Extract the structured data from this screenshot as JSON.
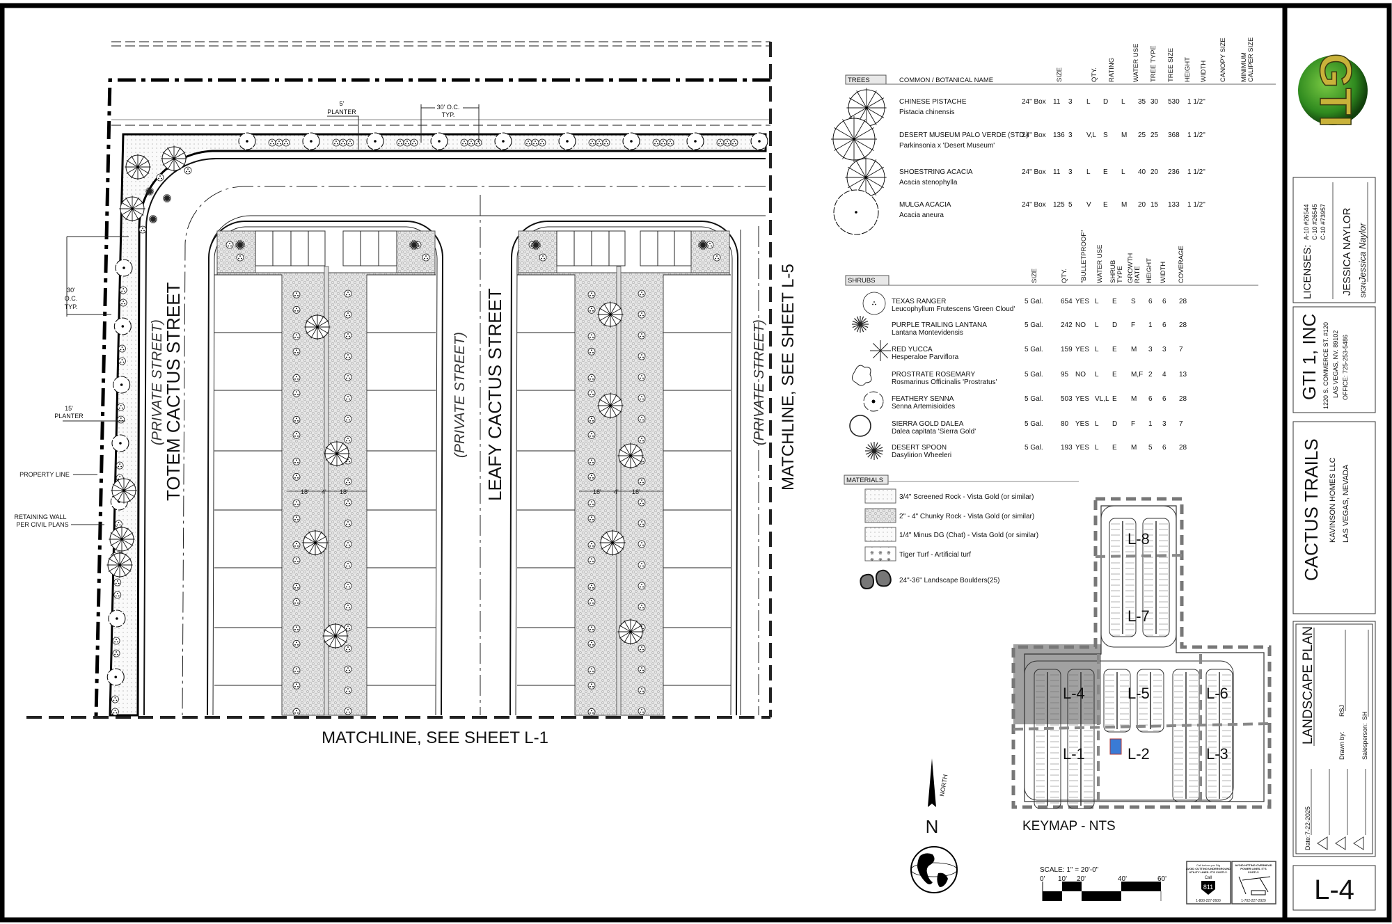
{
  "plan": {
    "street_west": "TOTEM CACTUS STREET",
    "street_middle": "LEAFY CACTUS STREET",
    "private_street": "(PRIVATE  STREET)",
    "matchline_east": "MATCHLINE, SEE SHEET L-5",
    "matchline_south": "MATCHLINE, SEE SHEET L-1",
    "annotations": {
      "planter_5_a": "5'",
      "planter_5_b": "PLANTER",
      "oc_top_a": "30' O.C.",
      "oc_top_b": "TYP.",
      "oc_left_a": "30'",
      "oc_left_b": "O.C.",
      "oc_left_c": "TYP.",
      "planter_15_a": "15'",
      "planter_15_b": "PLANTER",
      "property_line": "PROPERTY LINE",
      "retaining_a": "RETAINING WALL",
      "retaining_b": "PER CIVIL PLANS",
      "dim_18": "18'",
      "dim_4": "4'"
    }
  },
  "trees": {
    "label": "TREES",
    "name_header": "COMMON / BOTANICAL NAME",
    "columns": [
      "SIZE",
      "QTY.",
      "RATING",
      "WATER USE",
      "TREE TYPE",
      "TREE SIZE",
      "HEIGHT",
      "WIDTH",
      "CANOPY SIZE",
      "MINIMUM",
      "CALIPER SIZE"
    ],
    "rows": [
      {
        "common": "CHINESE PISTACHE",
        "botanical": "Pistacia chinensis",
        "values": [
          "24\" Box",
          "11",
          "3",
          "L",
          "D",
          "L",
          "35",
          "30",
          "530",
          "1 1/2\""
        ]
      },
      {
        "common": "DESERT MUSEUM PALO VERDE (STD.)",
        "botanical": "Parkinsonia x 'Desert Museum'",
        "values": [
          "24\" Box",
          "136",
          "3",
          "V,L",
          "S",
          "M",
          "25",
          "25",
          "368",
          "1 1/2\""
        ]
      },
      {
        "common": "SHOESTRING ACACIA",
        "botanical": "Acacia stenophylla",
        "values": [
          "24\" Box",
          "11",
          "3",
          "L",
          "E",
          "L",
          "40",
          "20",
          "236",
          "1 1/2\""
        ]
      },
      {
        "common": "MULGA ACACIA",
        "botanical": "Acacia aneura",
        "values": [
          "24\" Box",
          "125",
          "5",
          "V",
          "E",
          "M",
          "20",
          "15",
          "133",
          "1 1/2\""
        ]
      }
    ]
  },
  "shrubs": {
    "label": "SHRUBS",
    "columns": [
      "SIZE",
      "QTY.",
      "\"BULLETPROOF\"",
      "WATER USE",
      "SHRUB",
      "TYPE",
      "GROWTH",
      "RATE",
      "HEIGHT",
      "WIDTH",
      "COVERAGE"
    ],
    "rows": [
      {
        "common": "TEXAS RANGER",
        "botanical": "Leucophyllum Frutescens 'Green Cloud'",
        "values": [
          "5 Gal.",
          "654",
          "YES",
          "L",
          "E",
          "S",
          "6",
          "6",
          "28"
        ]
      },
      {
        "common": "PURPLE TRAILING LANTANA",
        "botanical": "Lantana Montevidensis",
        "values": [
          "5 Gal.",
          "242",
          "NO",
          "L",
          "D",
          "F",
          "1",
          "6",
          "28"
        ]
      },
      {
        "common": "RED YUCCA",
        "botanical": "Hesperaloe Parviflora",
        "values": [
          "5 Gal.",
          "159",
          "YES",
          "L",
          "E",
          "M",
          "3",
          "3",
          "7"
        ]
      },
      {
        "common": "PROSTRATE ROSEMARY",
        "botanical": "Rosmarinus Officinalis 'Prostratus'",
        "values": [
          "5 Gal.",
          "95",
          "NO",
          "L",
          "E",
          "M,F",
          "2",
          "4",
          "13"
        ]
      },
      {
        "common": "FEATHERY SENNA",
        "botanical": "Senna Artemisioides",
        "values": [
          "5 Gal.",
          "503",
          "YES",
          "VL,L",
          "E",
          "M",
          "6",
          "6",
          "28"
        ]
      },
      {
        "common": "SIERRA GOLD DALEA",
        "botanical": "Dalea capitata 'Sierra Gold'",
        "values": [
          "5 Gal.",
          "80",
          "YES",
          "L",
          "D",
          "F",
          "1",
          "3",
          "7"
        ]
      },
      {
        "common": "DESERT SPOON",
        "botanical": "Dasylirion Wheeleri",
        "values": [
          "5 Gal.",
          "193",
          "YES",
          "L",
          "E",
          "M",
          "5",
          "6",
          "28"
        ]
      }
    ]
  },
  "materials": {
    "label": "MATERIALS",
    "items": [
      "3/4\" Screened Rock - Vista Gold (or similar)",
      "2\" - 4\" Chunky Rock - Vista Gold (or similar)",
      "1/4\" Minus DG (Chat) - Vista Gold (or similar)",
      "Tiger Turf - Artificial turf",
      "24\"-36\" Landscape Boulders(25)"
    ]
  },
  "keymap": {
    "title": "KEYMAP - NTS",
    "sheets": [
      "L-8",
      "L-7",
      "L-4",
      "L-5",
      "L-6",
      "L-1",
      "L-2",
      "L-3"
    ]
  },
  "north": {
    "letter": "N",
    "word": "NORTH"
  },
  "scale": {
    "label": "SCALE: 1\" = 20'-0\"",
    "ticks": [
      "0'",
      "10'",
      "20'",
      "40'",
      "60'"
    ]
  },
  "call_signs": {
    "left_a": "Call before you Dig",
    "left_b": "AVOID CUTTING UNDERGROUND",
    "left_c": "UTILITY LINES. IT'S COSTLY.",
    "left_call": "Call",
    "left_num": "811",
    "left_phone": "1-800-227-2600",
    "right_a": "AVOID HITTING OVERHEAD",
    "right_b": "POWER LINES. IT'S",
    "right_c": "COSTLY.",
    "right_phone": "1-702-227-2929"
  },
  "title_block": {
    "logo_text": "GTI",
    "licenses_label": "LICENSES:",
    "licenses": [
      "A-10 #26544",
      "C-10 #26545",
      "C-10 #73957"
    ],
    "licensee": "JESSICA NAYLOR",
    "sign_label": "SIGN:",
    "signature": "Jessica  Naylor",
    "company": "GTI 1, INC",
    "address": "1220 S. COMMERCE ST. #120",
    "city": "LAS VEGAS, NV. 89102",
    "office": "OFFICE: 725-253-5486",
    "project": "CACTUS TRAILS",
    "client": "KAVINSON HOMES LLC",
    "location": "LAS VEGAS, NEVADA",
    "sheet_title": "LANDSCAPE PLAN",
    "drawn_label": "Drawn by:",
    "drawn_by": "RSJ",
    "sales_label": "Salesperson:",
    "salesperson": "SH",
    "date_label": "Date:",
    "date": "7-22-2025",
    "sheet_number": "L-4"
  },
  "colors": {
    "logo_green": "#2f8a1f",
    "logo_gold": "#c9b23a",
    "frame": "#000000"
  }
}
